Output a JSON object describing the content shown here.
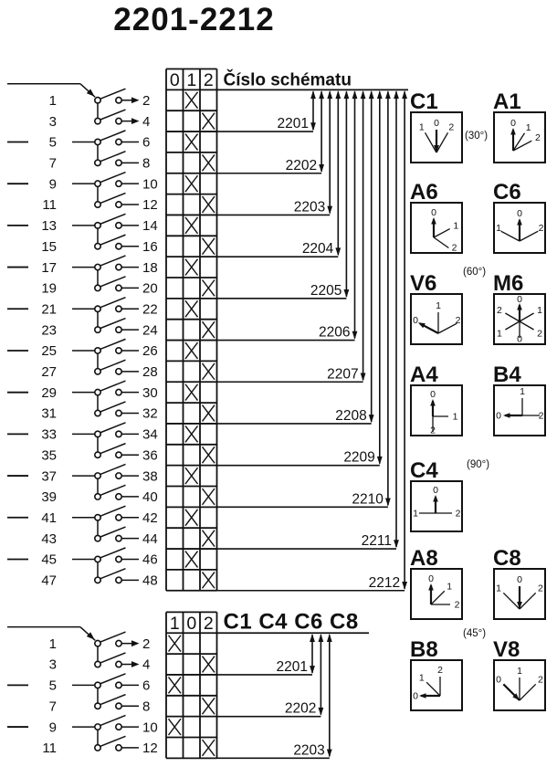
{
  "title": "2201-2212",
  "colors": {
    "ink": "#111111",
    "background": "#ffffff"
  },
  "top_diagram": {
    "header_cols": [
      "0",
      "1",
      "2"
    ],
    "header_label": "Číslo schématu",
    "rows": [
      {
        "left": "1",
        "right": "2",
        "pos": "1"
      },
      {
        "left": "3",
        "right": "4",
        "pos": "2"
      },
      {
        "left": "5",
        "right": "6",
        "pos": "1"
      },
      {
        "left": "7",
        "right": "8",
        "pos": "2"
      },
      {
        "left": "9",
        "right": "10",
        "pos": "1"
      },
      {
        "left": "11",
        "right": "12",
        "pos": "2"
      },
      {
        "left": "13",
        "right": "14",
        "pos": "1"
      },
      {
        "left": "15",
        "right": "16",
        "pos": "2"
      },
      {
        "left": "17",
        "right": "18",
        "pos": "1"
      },
      {
        "left": "19",
        "right": "20",
        "pos": "2"
      },
      {
        "left": "21",
        "right": "22",
        "pos": "1"
      },
      {
        "left": "23",
        "right": "24",
        "pos": "2"
      },
      {
        "left": "25",
        "right": "26",
        "pos": "1"
      },
      {
        "left": "27",
        "right": "28",
        "pos": "2"
      },
      {
        "left": "29",
        "right": "30",
        "pos": "1"
      },
      {
        "left": "31",
        "right": "32",
        "pos": "2"
      },
      {
        "left": "33",
        "right": "34",
        "pos": "1"
      },
      {
        "left": "35",
        "right": "36",
        "pos": "2"
      },
      {
        "left": "37",
        "right": "38",
        "pos": "1"
      },
      {
        "left": "39",
        "right": "40",
        "pos": "2"
      },
      {
        "left": "41",
        "right": "42",
        "pos": "1"
      },
      {
        "left": "43",
        "right": "44",
        "pos": "2"
      },
      {
        "left": "45",
        "right": "46",
        "pos": "1"
      },
      {
        "left": "47",
        "right": "48",
        "pos": "2"
      }
    ],
    "schemas": [
      "2201",
      "2202",
      "2203",
      "2204",
      "2205",
      "2206",
      "2207",
      "2208",
      "2209",
      "2210",
      "2211",
      "2212"
    ]
  },
  "bottom_diagram": {
    "header_cols": [
      "1",
      "0",
      "2"
    ],
    "header_label": "C1 C4 C6 C8",
    "rows": [
      {
        "left": "1",
        "right": "2",
        "pos": "1"
      },
      {
        "left": "3",
        "right": "4",
        "pos": "2"
      },
      {
        "left": "5",
        "right": "6",
        "pos": "1"
      },
      {
        "left": "7",
        "right": "8",
        "pos": "2"
      },
      {
        "left": "9",
        "right": "10",
        "pos": "1"
      },
      {
        "left": "11",
        "right": "12",
        "pos": "2"
      }
    ],
    "schemas": [
      "2201",
      "2202",
      "2203"
    ]
  },
  "angle_notes": [
    {
      "text": "(30°)",
      "row": 0
    },
    {
      "text": "(60°)",
      "row": 2
    },
    {
      "text": "(90°)",
      "row": 4
    },
    {
      "text": "(45°)",
      "row": 6
    }
  ],
  "position_boxes": [
    {
      "id": "C1",
      "col": 0,
      "row": 0,
      "positions": [
        {
          "label": "1",
          "angle": -30
        },
        {
          "label": "0",
          "angle": 0,
          "arrow": "in"
        },
        {
          "label": "2",
          "angle": 30
        }
      ]
    },
    {
      "id": "A1",
      "col": 1,
      "row": 0,
      "positions": [
        {
          "label": "0",
          "angle": 0,
          "arrow": "out"
        },
        {
          "label": "1",
          "angle": 33
        },
        {
          "label": "2",
          "angle": 62
        }
      ]
    },
    {
      "id": "A6",
      "col": 0,
      "row": 1,
      "positions": [
        {
          "label": "0",
          "angle": 0,
          "arrow": "out"
        },
        {
          "label": "1",
          "angle": 62
        },
        {
          "label": "2",
          "angle": 125
        }
      ]
    },
    {
      "id": "C6",
      "col": 1,
      "row": 1,
      "positions": [
        {
          "label": "1",
          "angle": -62
        },
        {
          "label": "0",
          "angle": 0,
          "arrow": "out"
        },
        {
          "label": "2",
          "angle": 62
        }
      ]
    },
    {
      "id": "V6",
      "col": 0,
      "row": 2,
      "positions": [
        {
          "label": "0",
          "angle": -62,
          "arrow": "out"
        },
        {
          "label": "1",
          "angle": 0
        },
        {
          "label": "2",
          "angle": 62
        }
      ]
    },
    {
      "id": "M6",
      "col": 1,
      "row": 2,
      "positions": [
        {
          "label": "0",
          "angle": 0,
          "arrow": "out"
        },
        {
          "label": "1",
          "angle": 60
        },
        {
          "label": "2",
          "angle": 120
        },
        {
          "label": "0",
          "angle": 180
        },
        {
          "label": "1",
          "angle": 240
        },
        {
          "label": "2",
          "angle": 300
        }
      ]
    },
    {
      "id": "A4",
      "col": 0,
      "row": 3,
      "positions": [
        {
          "label": "0",
          "angle": 0,
          "arrow": "out"
        },
        {
          "label": "1",
          "angle": 90
        },
        {
          "label": "2",
          "angle": 180
        }
      ]
    },
    {
      "id": "B4",
      "col": 1,
      "row": 3,
      "positions": [
        {
          "label": "0",
          "angle": -90,
          "arrow": "out"
        },
        {
          "label": "1",
          "angle": 0
        },
        {
          "label": "2",
          "angle": 90
        }
      ]
    },
    {
      "id": "C4",
      "col": 0,
      "row": 4,
      "positions": [
        {
          "label": "1",
          "angle": -90
        },
        {
          "label": "0",
          "angle": 0,
          "arrow": "out"
        },
        {
          "label": "2",
          "angle": 90
        }
      ]
    },
    {
      "id": "A8",
      "col": 0,
      "row": 5,
      "positions": [
        {
          "label": "0",
          "angle": 0,
          "arrow": "out"
        },
        {
          "label": "1",
          "angle": 45
        },
        {
          "label": "2",
          "angle": 90
        }
      ]
    },
    {
      "id": "C8",
      "col": 1,
      "row": 5,
      "positions": [
        {
          "label": "1",
          "angle": -45
        },
        {
          "label": "0",
          "angle": 0,
          "arrow": "in"
        },
        {
          "label": "2",
          "angle": 45
        }
      ]
    },
    {
      "id": "B8",
      "col": 0,
      "row": 6,
      "positions": [
        {
          "label": "0",
          "angle": -90,
          "arrow": "out"
        },
        {
          "label": "1",
          "angle": -45
        },
        {
          "label": "2",
          "angle": 0
        }
      ]
    },
    {
      "id": "V8",
      "col": 1,
      "row": 6,
      "positions": [
        {
          "label": "0",
          "angle": -45,
          "arrow": "in"
        },
        {
          "label": "1",
          "angle": 0
        },
        {
          "label": "2",
          "angle": 45
        }
      ]
    }
  ]
}
